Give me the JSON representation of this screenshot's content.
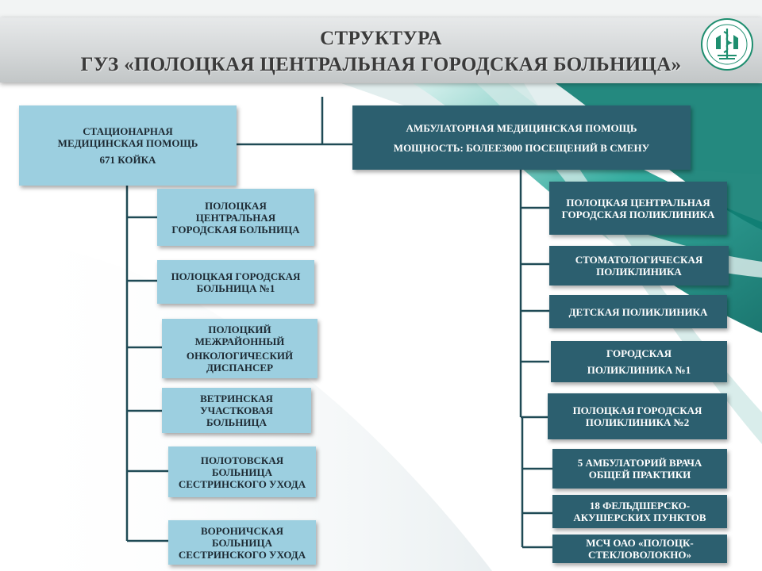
{
  "title": {
    "line1": "СТРУКТУРА",
    "line2": "ГУЗ «ПОЛОЦКАЯ ЦЕНТРАЛЬНАЯ  ГОРОДСКАЯ БОЛЬНИЦА»"
  },
  "colors": {
    "light_box": "#9ccfe0",
    "dark_box": "#2c5f6f",
    "connector": "#1f4a55",
    "teal_accent": "#2aa89a"
  },
  "inpatient": {
    "line1": "СТАЦИОНАРНАЯ",
    "line2": "МЕДИЦИНСКАЯ ПОМОЩЬ",
    "line3": "671 КОЙКА",
    "units": [
      {
        "l1": "ПОЛОЦКАЯ",
        "l2": "ЦЕНТРАЛЬНАЯ",
        "l3": "ГОРОДСКАЯ БОЛЬНИЦА"
      },
      {
        "l1": "ПОЛОЦКАЯ ГОРОДСКАЯ",
        "l2": "БОЛЬНИЦА №1",
        "l3": ""
      },
      {
        "l1": "ПОЛОЦКИЙ",
        "l2": "МЕЖРАЙОННЫЙ",
        "l3": "ОНКОЛОГИЧЕСКИЙ",
        "l4": "ДИСПАНСЕР"
      },
      {
        "l1": "ВЕТРИНСКАЯ",
        "l2": "УЧАСТКОВАЯ",
        "l3": "БОЛЬНИЦА"
      },
      {
        "l1": "ПОЛОТОВСКАЯ",
        "l2": "БОЛЬНИЦА",
        "l3": "СЕСТРИНСКОГО  УХОДА"
      },
      {
        "l1": "ВОРОНИЧСКАЯ",
        "l2": "БОЛЬНИЦА",
        "l3": "СЕСТРИНСКОГО  УХОДА"
      }
    ]
  },
  "outpatient": {
    "line1": "АМБУЛАТОРНАЯ МЕДИЦИНСКАЯ ПОМОЩЬ",
    "line2": "МОЩНОСТЬ: БОЛЕЕ3000  ПОСЕЩЕНИЙ В СМЕНУ",
    "units": [
      {
        "l1": "ПОЛОЦКАЯ ЦЕНТРАЛЬНАЯ",
        "l2": "ГОРОДСКАЯ ПОЛИКЛИНИКА"
      },
      {
        "l1": "СТОМАТОЛОГИЧЕСКАЯ",
        "l2": "ПОЛИКЛИНИКА"
      },
      {
        "l1": "ДЕТСКАЯ ПОЛИКЛИНИКА",
        "l2": ""
      },
      {
        "l1": "ГОРОДСКАЯ",
        "l2": "ПОЛИКЛИНИКА №1"
      },
      {
        "l1": "ПОЛОЦКАЯ ГОРОДСКАЯ",
        "l2": "ПОЛИКЛИНИКА №2"
      },
      {
        "l1": "5 АМБУЛАТОРИЙ ВРАЧА",
        "l2": "ОБЩЕЙ ПРАКТИКИ"
      },
      {
        "l1": "18 ФЕЛЬДШЕРСКО-",
        "l2": "АКУШЕРСКИХ ПУНКТОВ"
      },
      {
        "l1": "МСЧ ОАО «ПОЛОЦК-",
        "l2": "СТЕКЛОВОЛОКНО»"
      }
    ]
  }
}
